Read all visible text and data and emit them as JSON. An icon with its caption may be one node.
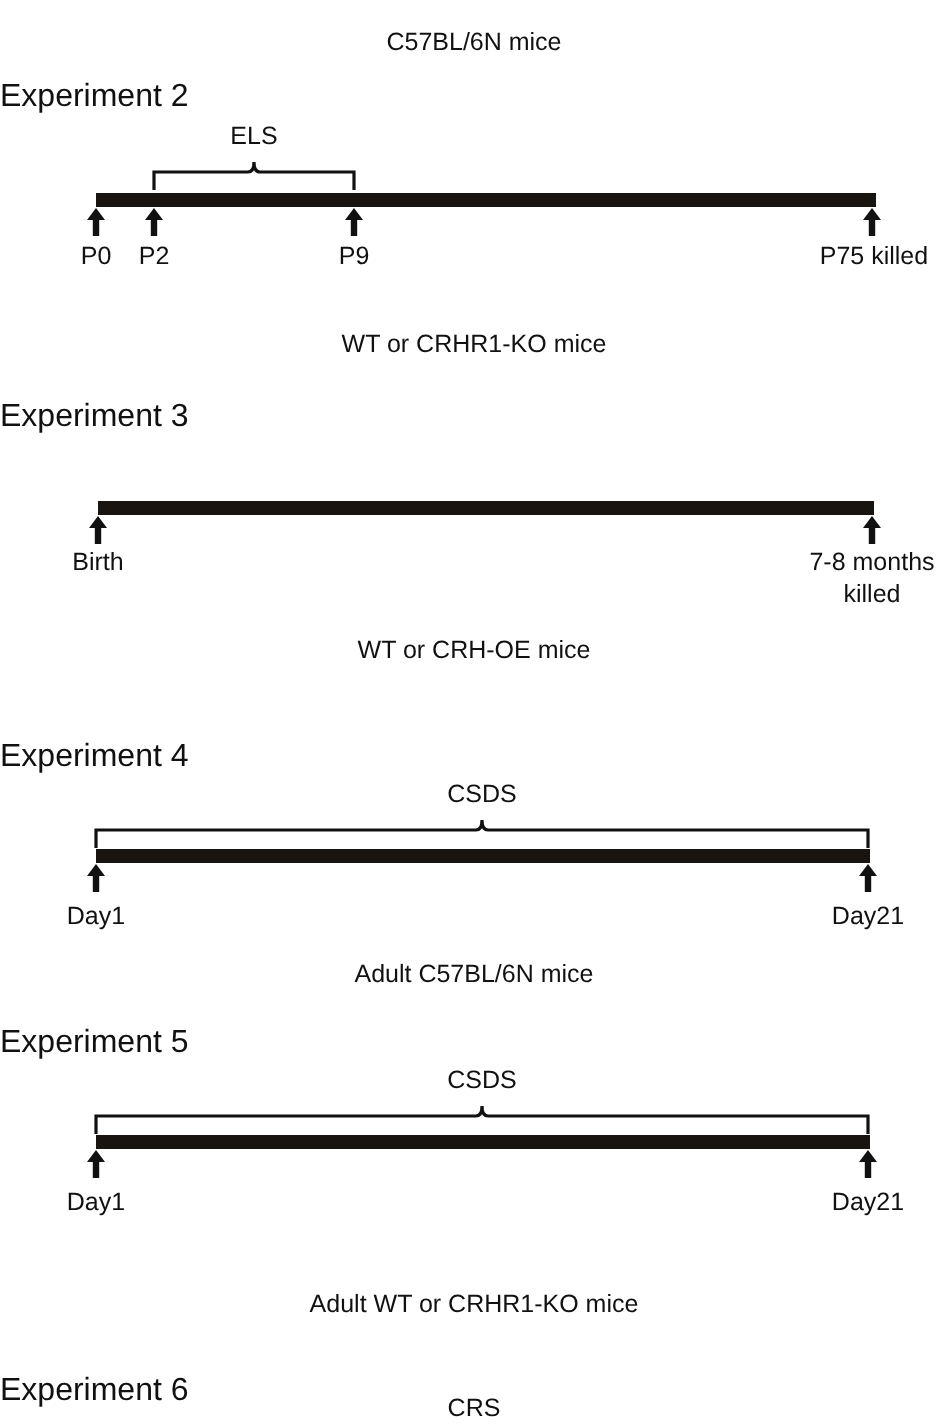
{
  "diagram": {
    "labels": [
      "C57BL/6N mice",
      "Experiment 2",
      "ELS",
      "P0",
      "P2",
      "P9",
      "P75 killed",
      "WT or CRHR1-KO mice",
      "Experiment 3",
      "Birth",
      "7-8 months killed",
      "WT or CRH-OE mice",
      "Experiment 4",
      "CSDS",
      "Day1",
      "Day21",
      "Adult C57BL/6N mice",
      "Experiment 5",
      "CSDS",
      "Day1",
      "Day21",
      "Adult WT or CRHR1-KO mice",
      "Experiment 6",
      "CRS"
    ]
  }
}
